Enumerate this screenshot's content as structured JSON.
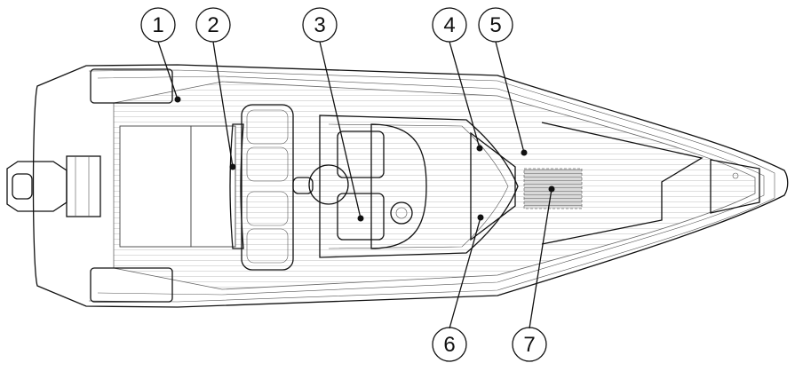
{
  "diagram": {
    "callouts": [
      {
        "label": "1"
      },
      {
        "label": "2"
      },
      {
        "label": "3"
      },
      {
        "label": "4"
      },
      {
        "label": "5"
      },
      {
        "label": "6"
      },
      {
        "label": "7"
      }
    ]
  }
}
